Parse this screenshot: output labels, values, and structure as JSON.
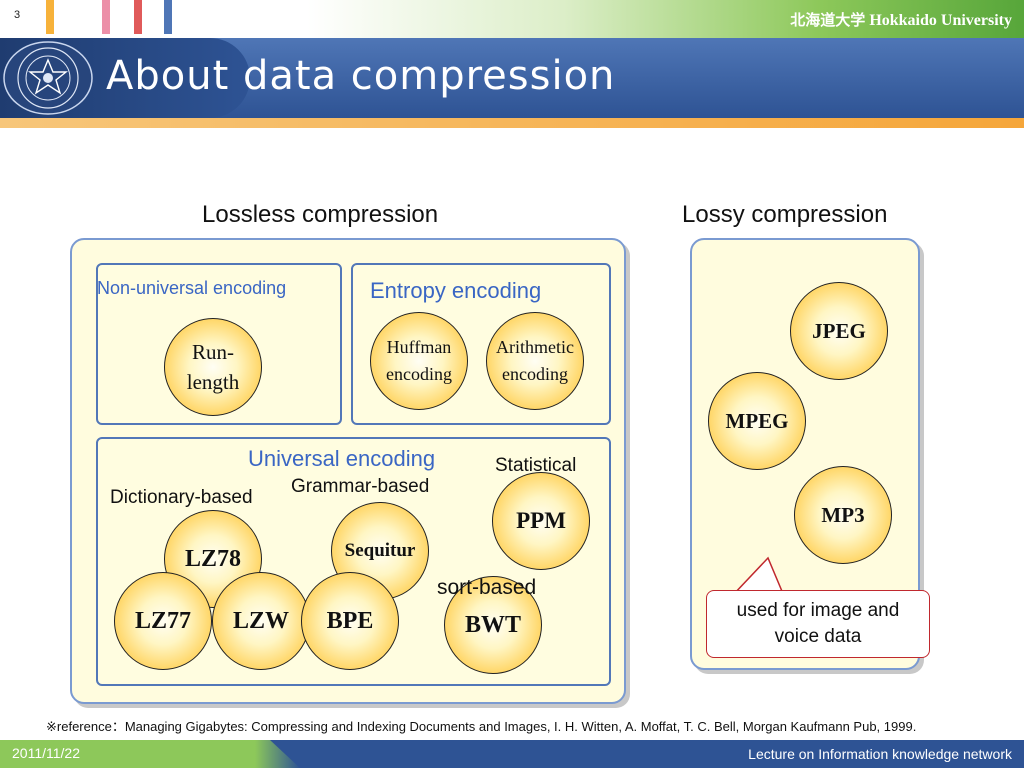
{
  "header": {
    "slide_number": "3",
    "university_kanji": "北海道大学",
    "university_name": "Hokkaido University",
    "title": "About data compression"
  },
  "headings": {
    "lossless": "Lossless compression",
    "lossy": "Lossy compression"
  },
  "lossless": {
    "non_universal": {
      "label": "Non-universal encoding",
      "items": [
        [
          "Run-",
          "length"
        ]
      ]
    },
    "entropy": {
      "label": "Entropy encoding",
      "items": [
        [
          "Huffman",
          "encoding"
        ],
        [
          "Arithmetic",
          "encoding"
        ]
      ]
    },
    "universal": {
      "label": "Universal encoding",
      "categories": {
        "dictionary": "Dictionary-based",
        "grammar": "Grammar-based",
        "statistical": "Statistical",
        "sort": "sort-based"
      },
      "items": {
        "lz78": "LZ78",
        "lz77": "LZ77",
        "lzw": "LZW",
        "bpe": "BPE",
        "sequitur": "Sequitur",
        "ppm": "PPM",
        "bwt": "BWT"
      }
    }
  },
  "lossy": {
    "items": [
      "JPEG",
      "MPEG",
      "MP3"
    ],
    "callout": [
      "used for image and",
      "voice data"
    ]
  },
  "reference": "※reference：Managing Gigabytes: Compressing and Indexing Documents and Images, I. H. Witten, A. Moffat, T. C. Bell, Morgan Kaufmann Pub, 1999.",
  "footer": {
    "date": "2011/11/22",
    "lecture": "Lecture on Information knowledge network"
  },
  "colors": {
    "title_band": "#2e5394",
    "accent_orange": "#f5a63a",
    "accent_green": "#8dc85a",
    "panel_label_blue": "#3a66c4",
    "circle_gold": "#f6b21f",
    "callout_border": "#c0282e"
  }
}
